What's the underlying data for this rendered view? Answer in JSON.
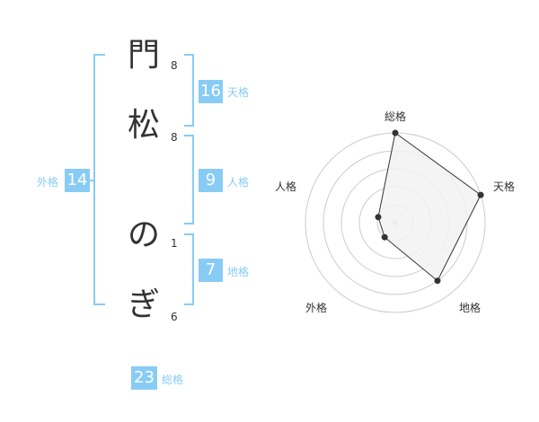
{
  "name": {
    "chars": [
      "門",
      "松",
      "の",
      "ぎ"
    ],
    "strokes": [
      "8",
      "8",
      "1",
      "6"
    ]
  },
  "fortune": {
    "tenkaku": {
      "value": "16",
      "label": "天格"
    },
    "jinkaku": {
      "value": "9",
      "label": "人格"
    },
    "chikaku": {
      "value": "7",
      "label": "地格"
    },
    "gaikaku": {
      "value": "14",
      "label": "外格"
    },
    "soukaku": {
      "value": "23",
      "label": "総格"
    }
  },
  "colors": {
    "accent": "#88ccf5",
    "text": "#333333",
    "grid": "#cccccc",
    "fill": "#f2f2f2"
  },
  "chart_data": {
    "type": "radar",
    "axes": [
      "総格",
      "天格",
      "地格",
      "外格",
      "人格"
    ],
    "values": [
      5,
      5,
      4,
      1,
      1
    ],
    "max": 5,
    "rings": 5
  }
}
